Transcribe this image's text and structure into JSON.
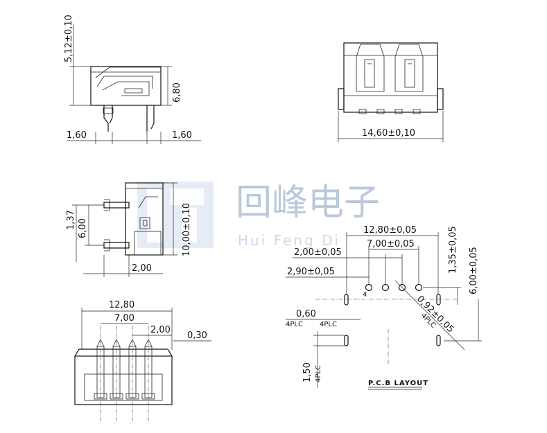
{
  "watermark": {
    "company": "回峰电子",
    "romanized": "Hui Feng Di"
  },
  "side_view": {
    "height": "5,12±0,10",
    "body_height": "6,80",
    "left_offset": "1,60",
    "right_offset": "1,60"
  },
  "front_view": {
    "width": "14,60±0,10"
  },
  "profile_view": {
    "pin_offset": "1,37",
    "pin_height": "6,00",
    "total_height": "10,00±0,10",
    "pin_depth": "2,00"
  },
  "bottom_view": {
    "outer_pitch": "12,80",
    "inner_pitch": "7,00",
    "pitch": "2,00",
    "pin_width": "0,30"
  },
  "pcb_layout": {
    "title": "P.C.B LAYOUT",
    "outer_spacing": "12,80±0,05",
    "inner_spacing": "7,00±0,05",
    "pitch": "2,00±0,05",
    "row_offset": "2,90±0,05",
    "top_offset": "1,35±0,05",
    "row_spacing": "6,00±0,05",
    "hole_dia": "0,92±0,05",
    "hole_count": "4",
    "hole_plc": "4PLC",
    "slot_width": "0,60",
    "slot_width_plc": "4PLC",
    "slot_width_plc2": "4PLC",
    "slot_length": "1,50",
    "slot_length_plc": "4PLC"
  }
}
